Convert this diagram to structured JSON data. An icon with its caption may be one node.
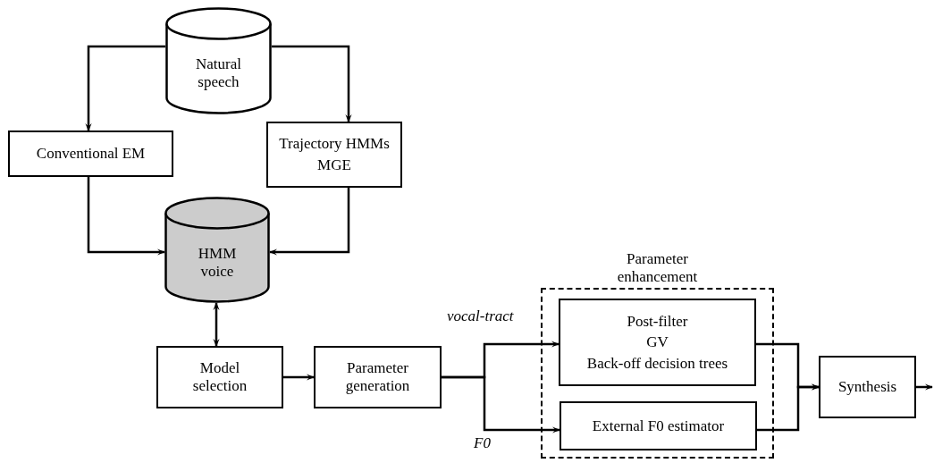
{
  "diagram": {
    "nodes": [
      {
        "text": [
          "Natural speech"
        ]
      },
      {
        "text": [
          "Conventional EM"
        ]
      },
      {
        "text": [
          "Trajectory HMMs",
          "MGE"
        ]
      },
      {
        "text": [
          "HMM voice"
        ]
      },
      {
        "text": [
          "Model selection"
        ]
      },
      {
        "text": [
          "Parameter generation"
        ]
      },
      {
        "text": [
          "Parameter enhancement"
        ]
      },
      {
        "text": [
          "Post-filter",
          "GV",
          "Back-off decision trees"
        ],
        "in": 6
      },
      {
        "text": [
          "External F0 estimator"
        ],
        "in": 6
      },
      {
        "text": [
          "Synthesis"
        ]
      }
    ],
    "edges": [
      {
        "from": 0,
        "to": 1,
        "arrow": "to"
      },
      {
        "from": 0,
        "to": 2,
        "arrow": "to"
      },
      {
        "from": 1,
        "to": 3,
        "arrow": "to"
      },
      {
        "from": 2,
        "to": 3,
        "arrow": "to"
      },
      {
        "from": 3,
        "to": 4,
        "arrow": "both"
      },
      {
        "from": 4,
        "to": 5,
        "arrow": "to"
      },
      {
        "from": 5,
        "to": 7,
        "arrow": "to",
        "label": "vocal-tract"
      },
      {
        "from": 5,
        "to": 8,
        "arrow": "to",
        "label": "F0"
      },
      {
        "from": 7,
        "to": 9,
        "arrow": "to"
      },
      {
        "from": 8,
        "to": 9,
        "arrow": "to"
      },
      {
        "from": 9,
        "to": null,
        "arrow": "to"
      }
    ]
  }
}
